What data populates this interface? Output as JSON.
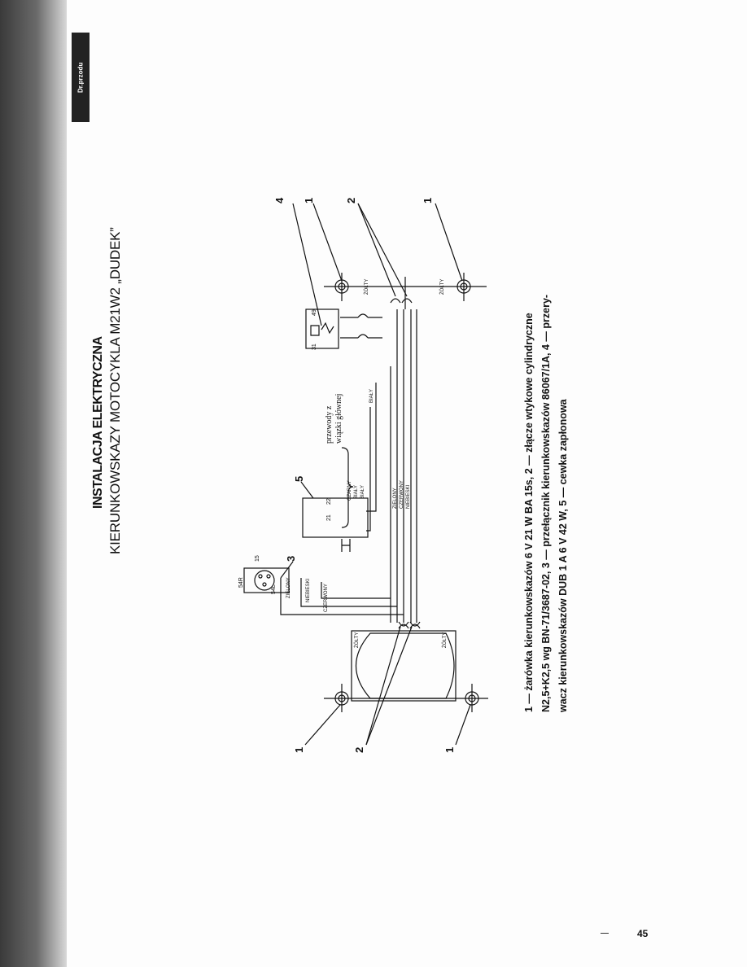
{
  "header": {
    "corner_mark": "Dr.przodu",
    "title": "INSTALACJA ELEKTRYCZNA",
    "subtitle": "KIERUNKOWSKAZY MOTOCYKLA M21W2 „DUDEK”"
  },
  "diagram": {
    "callouts": {
      "lamp_left_top": "1",
      "lamp_left_bottom": "1",
      "connector_left": "2",
      "switch": "3",
      "coil": "5",
      "flasher": "4",
      "lamp_right_top": "1",
      "connector_right": "2",
      "lamp_right_bottom": "1"
    },
    "wire_labels": {
      "czerwony": "CZERWONY",
      "niebieski": "NIEBIESKI",
      "zielony": "ZIELONY",
      "czarny": "CZARNY",
      "bialy": "BIAŁY",
      "zolty": "ŻÓŁTY"
    },
    "terminals": {
      "t54l": "54L",
      "t54r": "54R",
      "t15": "15",
      "t21": "21",
      "t22": "22",
      "t49": "49",
      "t31": "31"
    },
    "harness_note_line1": "przewody z",
    "harness_note_line2": "wiązki głównej"
  },
  "caption": {
    "line1": "1 — żarówka kierunkowskazów 6 V 21 W BA 15s, 2 — złącze wtykowe cylindryczne",
    "line2": "N2,5+K2,5 wg BN-71/3687-02, 3 — przełącznik kierunkowskazów 86067/1A, 4 — przery-",
    "line3": "wacz kierunkowskazów DUB 1 A 6 V 42 W, 5 — cewka zapłonowa"
  },
  "footer": {
    "page_number": "45"
  }
}
